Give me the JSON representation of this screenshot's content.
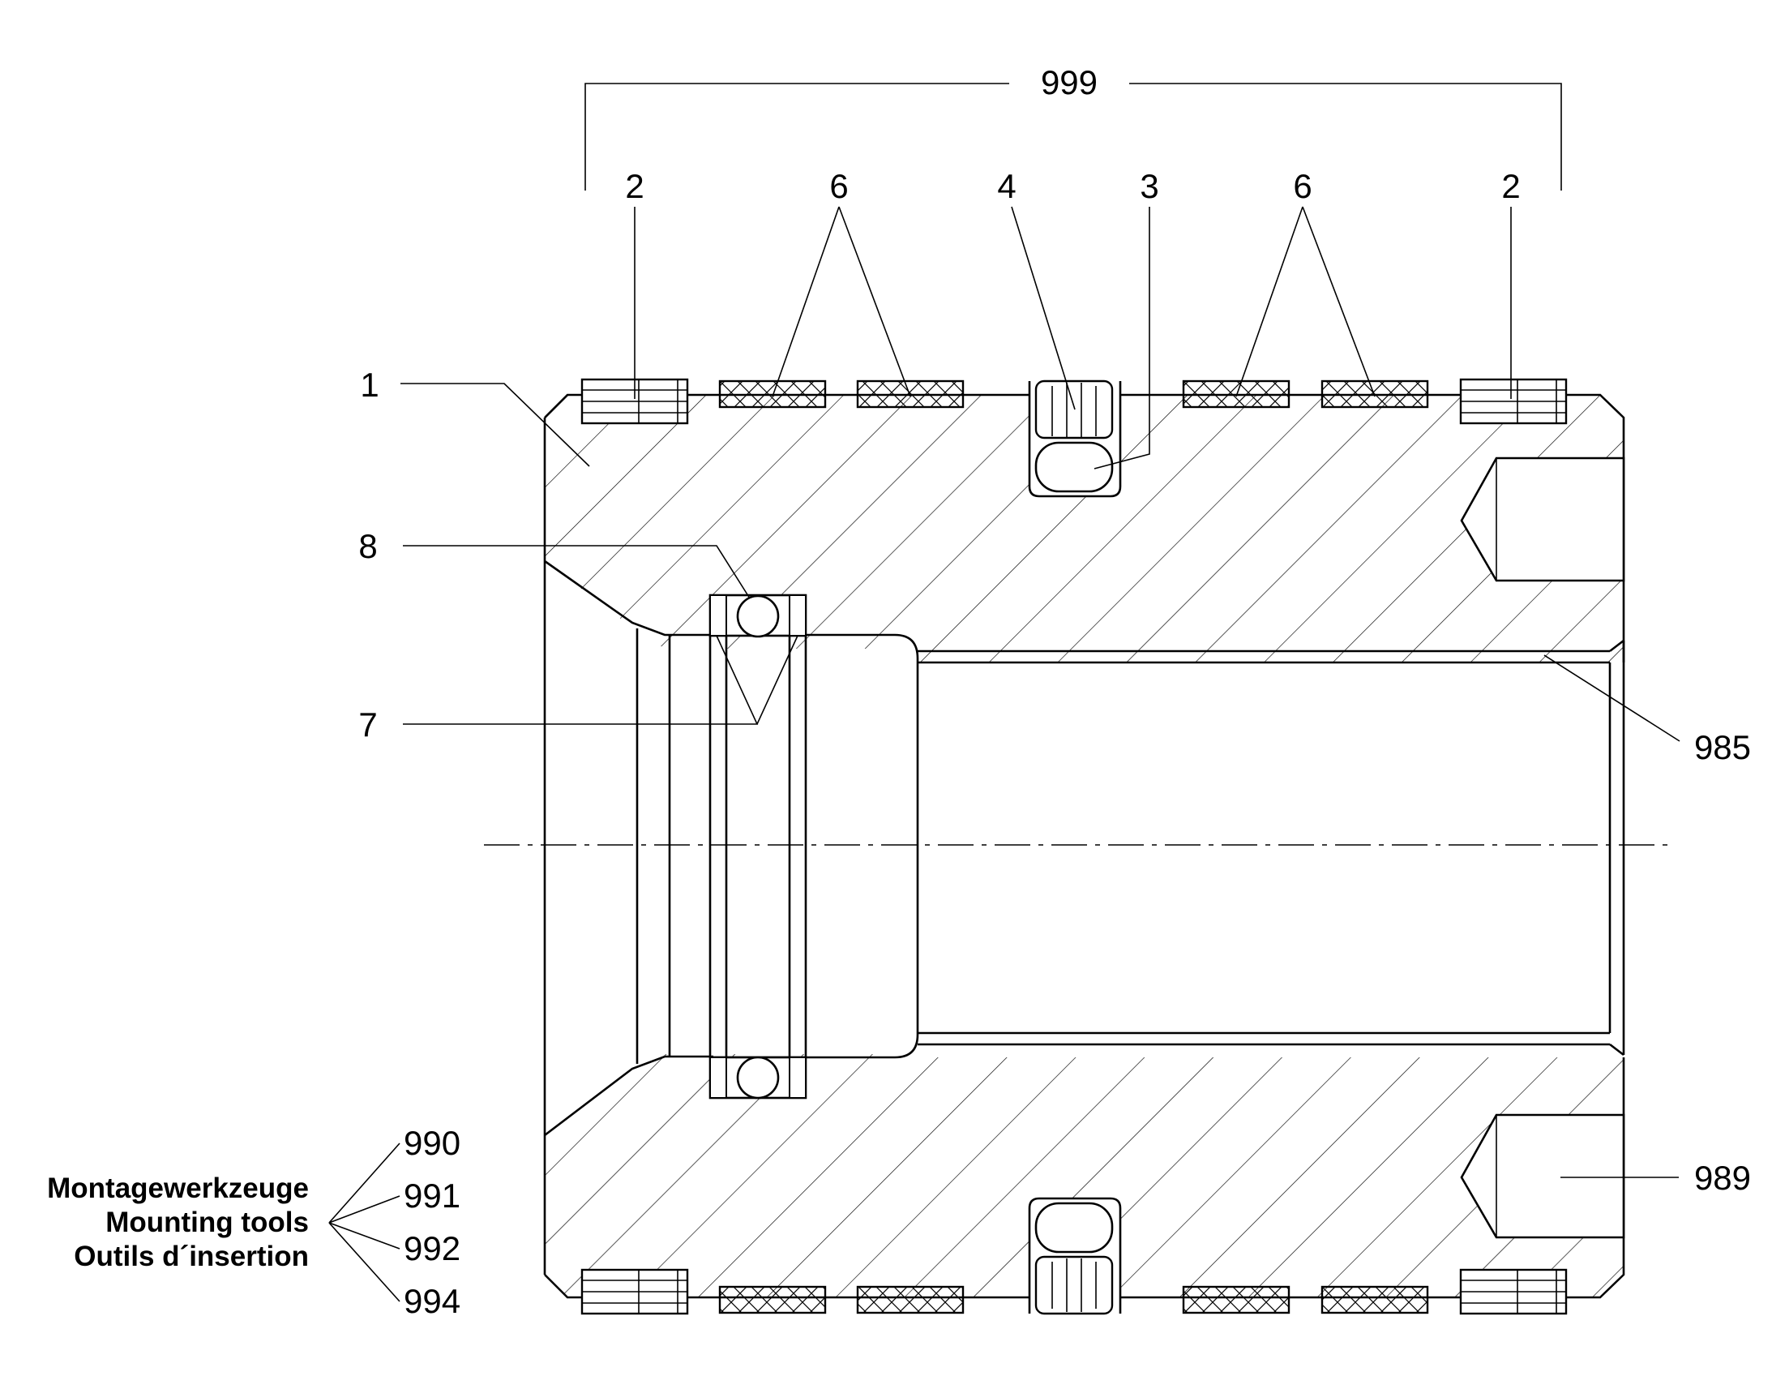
{
  "labels": {
    "assembly": "999",
    "housing": "1",
    "outer_seal_left": "2",
    "outer_seal_right": "2",
    "guide_rings_left": "6",
    "guide_rings_right": "6",
    "backup_ring": "4",
    "o_ring": "3",
    "o_ring_inner": "8",
    "retaining_rings": "7",
    "bore_surface": "985",
    "threaded_hole": "989",
    "tool_990": "990",
    "tool_991": "991",
    "tool_992": "992",
    "tool_994": "994"
  },
  "legend": {
    "de": "Montagewerkzeuge",
    "en": "Mounting tools",
    "fr": "Outils d´insertion"
  }
}
